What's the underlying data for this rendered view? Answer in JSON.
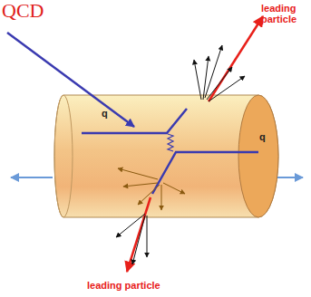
{
  "diagram": {
    "title": "QCD",
    "labels": [
      "leading particle",
      "q",
      "q",
      "leading particle"
    ]
  }
}
